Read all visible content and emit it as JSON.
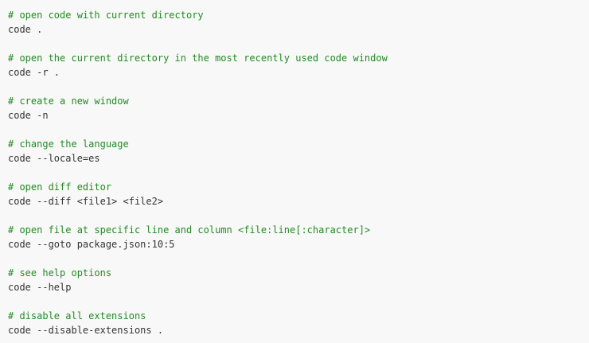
{
  "entries": [
    {
      "comment": "# open code with current directory",
      "command": "code ."
    },
    {
      "comment": "# open the current directory in the most recently used code window",
      "command": "code -r ."
    },
    {
      "comment": "# create a new window",
      "command": "code -n"
    },
    {
      "comment": "# change the language",
      "command": "code --locale=es"
    },
    {
      "comment": "# open diff editor",
      "command": "code --diff <file1> <file2>"
    },
    {
      "comment": "# open file at specific line and column <file:line[:character]>",
      "command": "code --goto package.json:10:5"
    },
    {
      "comment": "# see help options",
      "command": "code --help"
    },
    {
      "comment": "# disable all extensions",
      "command": "code --disable-extensions ."
    }
  ],
  "colors": {
    "background": "#f8f8f8",
    "comment": "#228b22",
    "text": "#333333"
  }
}
